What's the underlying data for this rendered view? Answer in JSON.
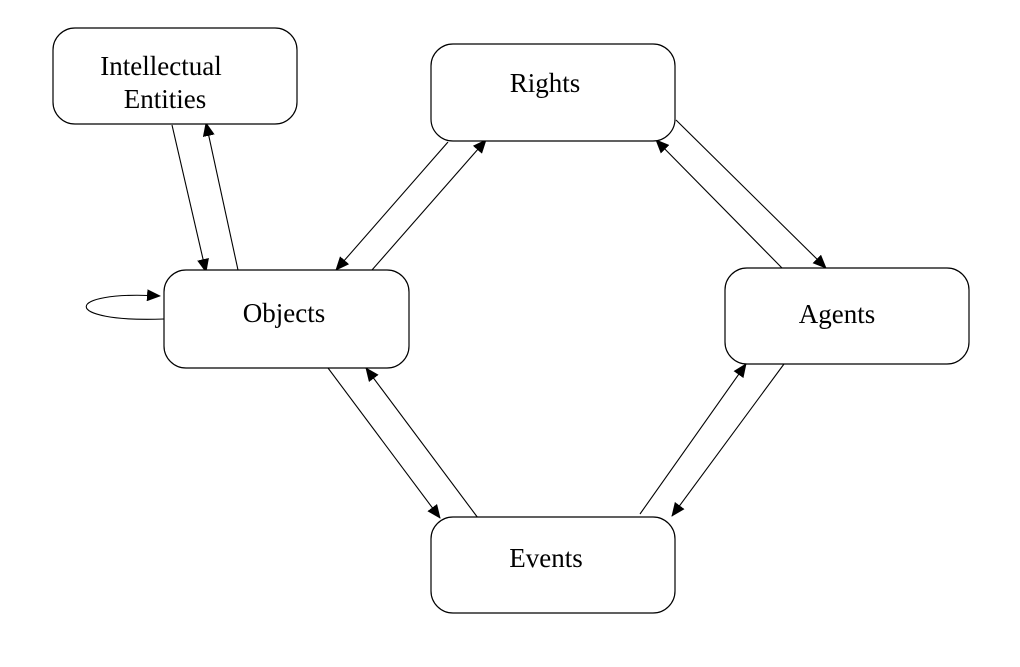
{
  "diagram": {
    "nodes": {
      "intellectual_entities": {
        "line1": "Intellectual",
        "line2": "Entities"
      },
      "rights": {
        "label": "Rights"
      },
      "objects": {
        "label": "Objects"
      },
      "agents": {
        "label": "Agents"
      },
      "events": {
        "label": "Events"
      }
    },
    "edges": [
      {
        "from": "Intellectual Entities",
        "to": "Objects"
      },
      {
        "from": "Objects",
        "to": "Intellectual Entities"
      },
      {
        "from": "Rights",
        "to": "Objects"
      },
      {
        "from": "Objects",
        "to": "Rights"
      },
      {
        "from": "Rights",
        "to": "Agents"
      },
      {
        "from": "Agents",
        "to": "Rights"
      },
      {
        "from": "Objects",
        "to": "Events"
      },
      {
        "from": "Events",
        "to": "Objects"
      },
      {
        "from": "Events",
        "to": "Agents"
      },
      {
        "from": "Agents",
        "to": "Events"
      },
      {
        "from": "Objects",
        "to": "Objects"
      }
    ],
    "colors": {
      "stroke": "#000000",
      "background": "#ffffff"
    }
  }
}
